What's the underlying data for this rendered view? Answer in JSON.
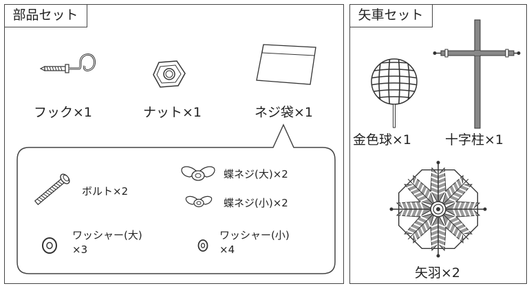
{
  "parts_panel": {
    "title": "部品セット",
    "hook_label": "フック×1",
    "nut_label": "ナット×1",
    "screw_bag_label": "ネジ袋×1",
    "bag_contents": {
      "bolt_label": "ボルト×2",
      "wingnut_large_label": "蝶ネジ(大)×2",
      "wingnut_small_label": "蝶ネジ(小)×2",
      "washer_large_line1": "ワッシャー(大)",
      "washer_large_line2": "×3",
      "washer_small_line1": "ワッシャー(小)",
      "washer_small_line2": "×4"
    }
  },
  "arrow_panel": {
    "title": "矢車セット",
    "gold_ball_label": "金色球×1",
    "cross_pole_label": "十字柱×1",
    "arrow_feather_label": "矢羽×2"
  }
}
